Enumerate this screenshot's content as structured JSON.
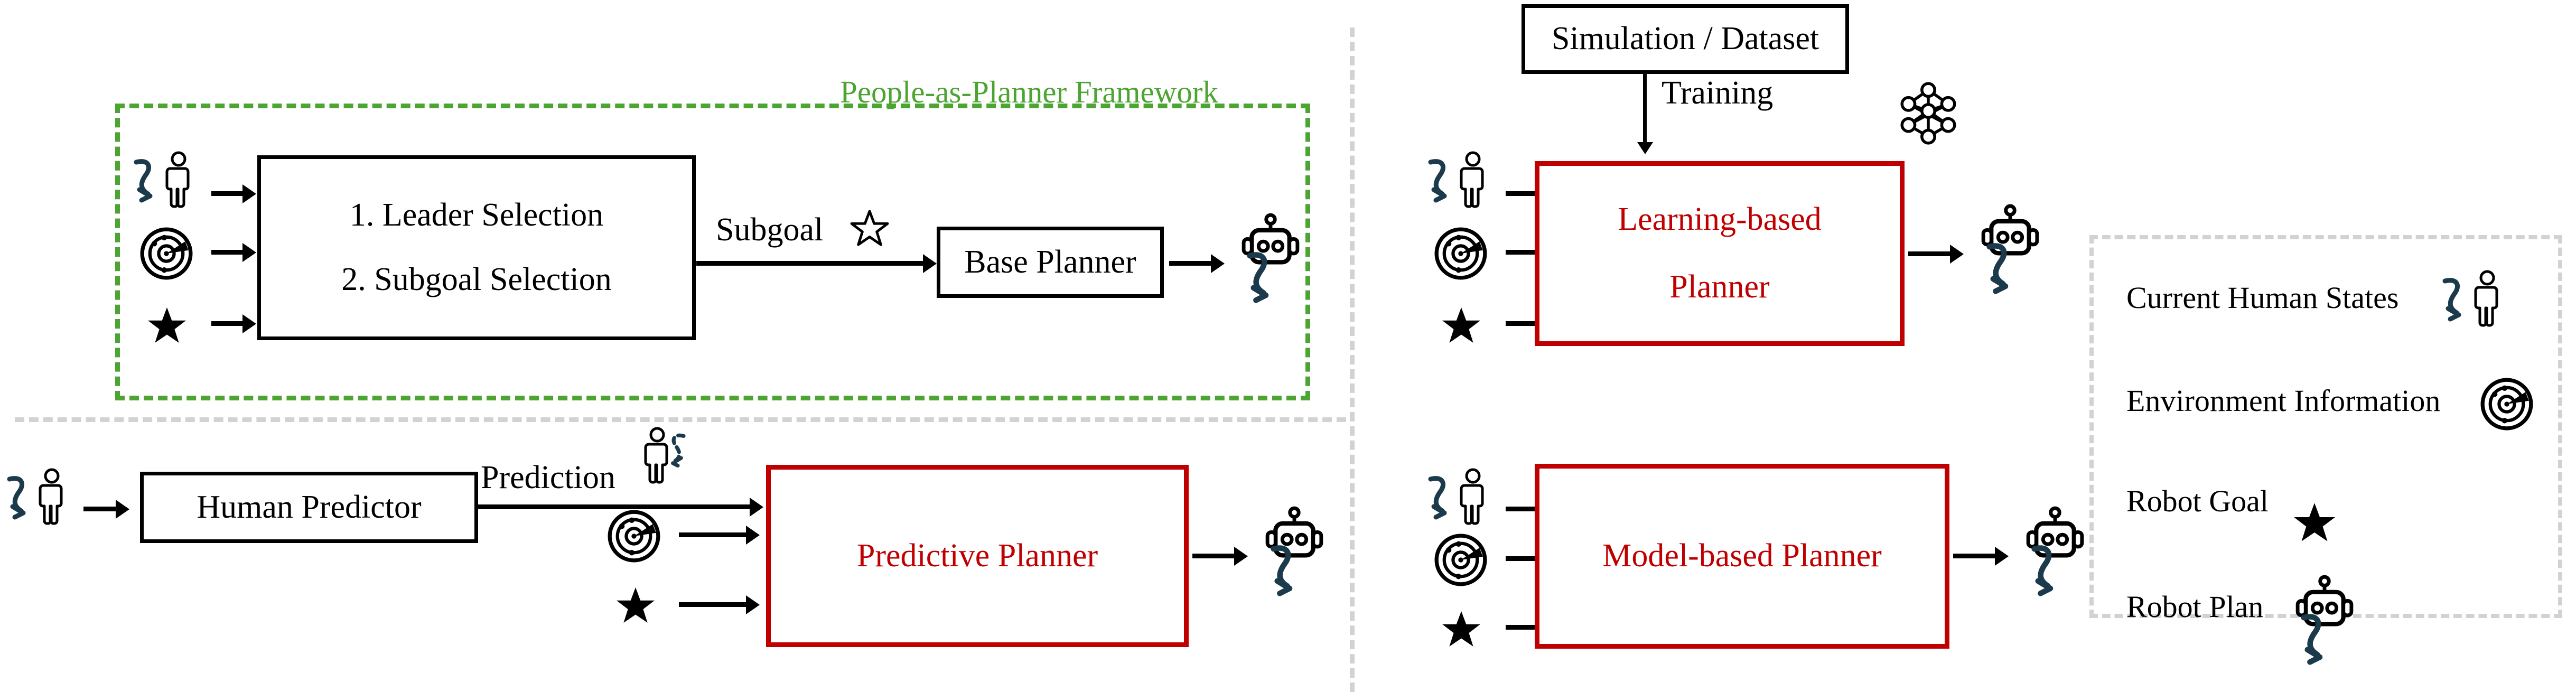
{
  "diagram": {
    "title_green": "People-as-Planner Framework",
    "icons": {
      "human": "human-states-icon",
      "radar": "environment-information-icon",
      "star_solid": "robot-goal-star-icon",
      "star_hollow": "subgoal-star-icon",
      "robot": "robot-plan-icon",
      "neural_net": "neural-network-icon",
      "prediction_human": "predicted-human-icon"
    }
  },
  "quadrants": {
    "top_left": {
      "name": "People-as-Planner Framework",
      "planner_box": {
        "line1": "1.   Leader Selection",
        "line2": "2.   Subgoal Selection"
      },
      "edge_label": "Subgoal",
      "base_planner": "Base Planner"
    },
    "top_right": {
      "source_box": "Simulation / Dataset",
      "edge_label": "Training",
      "planner_line1": "Learning-based",
      "planner_line2": "Planner"
    },
    "bottom_left": {
      "predictor_box": "Human Predictor",
      "edge_label": "Prediction",
      "planner": "Predictive Planner"
    },
    "bottom_right": {
      "planner": "Model-based Planner"
    }
  },
  "legend": {
    "items": [
      {
        "label": "Current Human States",
        "icon": "human-states-icon"
      },
      {
        "label": "Environment Information",
        "icon": "environment-information-icon"
      },
      {
        "label": "Robot Goal",
        "icon": "robot-goal-star-icon"
      },
      {
        "label": "Robot Plan",
        "icon": "robot-plan-icon"
      }
    ]
  },
  "colors": {
    "green": "#4CA432",
    "red": "#C00000",
    "navy": "#1B3A4B",
    "gray_dash": "#D2D2D2",
    "black": "#000000"
  }
}
